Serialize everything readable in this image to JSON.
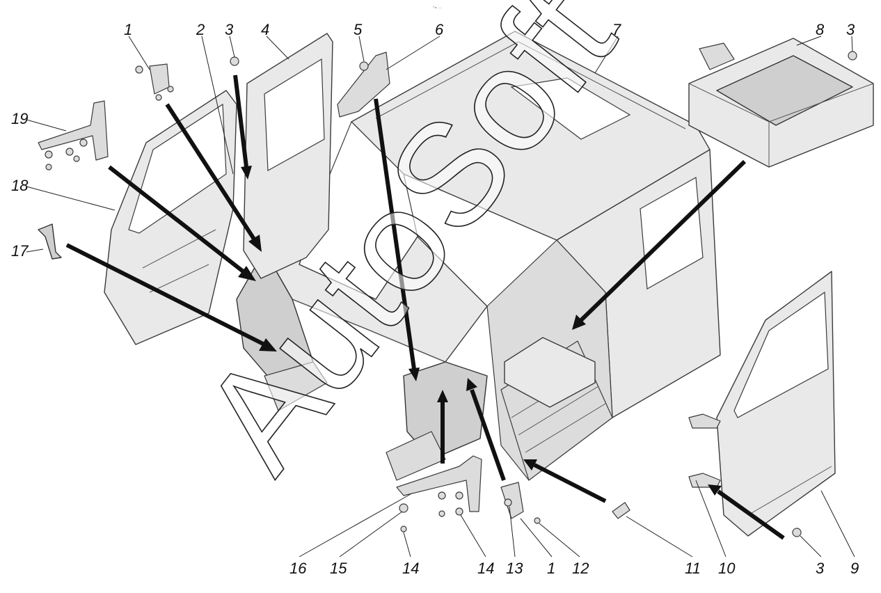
{
  "diagram": {
    "header_mark": "°= ∙∙∙",
    "watermark": "AutoSoft",
    "callouts": [
      "1",
      "2",
      "3",
      "4",
      "5",
      "6",
      "7",
      "8",
      "3",
      "19",
      "18",
      "17",
      "9",
      "3",
      "10",
      "11",
      "12",
      "1",
      "13",
      "14",
      "14",
      "15",
      "16"
    ]
  }
}
